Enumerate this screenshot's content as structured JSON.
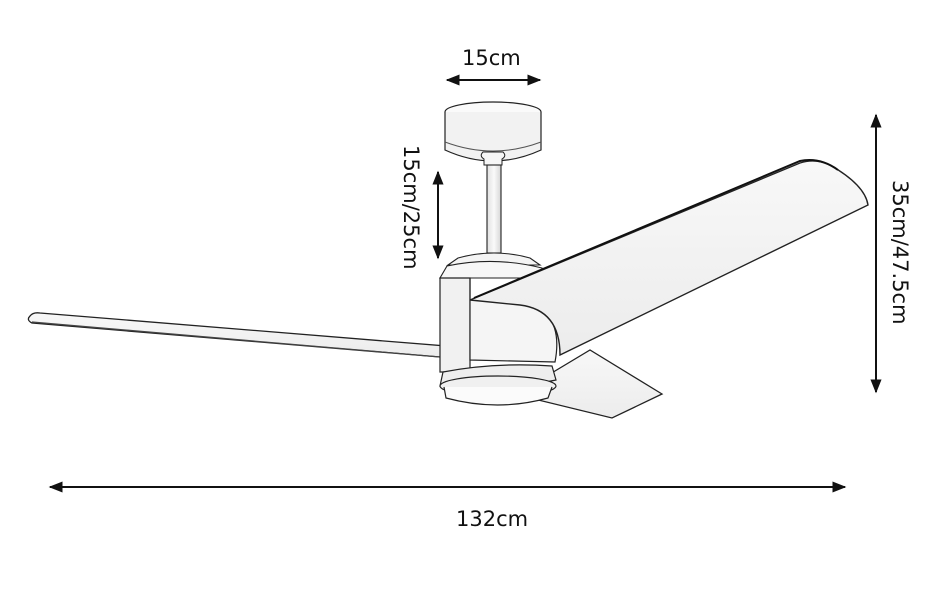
{
  "diagram": {
    "title": "Ceiling fan dimensions",
    "subject": "three-blade ceiling fan with LED light kit",
    "line_color": "#111111",
    "fill_color": "#f4f4f4",
    "background": "#ffffff",
    "dimensions": {
      "canopy_width": {
        "label": "15cm",
        "orientation": "horizontal"
      },
      "downrod_length": {
        "label": "15cm/25cm",
        "orientation": "vertical"
      },
      "overall_height": {
        "label": "35cm/47.5cm",
        "orientation": "vertical"
      },
      "blade_span": {
        "label": "132cm",
        "orientation": "horizontal"
      }
    },
    "parts": [
      "canopy",
      "downrod",
      "motor-housing",
      "light-kit",
      "blade-left",
      "blade-right",
      "blade-rear"
    ]
  }
}
